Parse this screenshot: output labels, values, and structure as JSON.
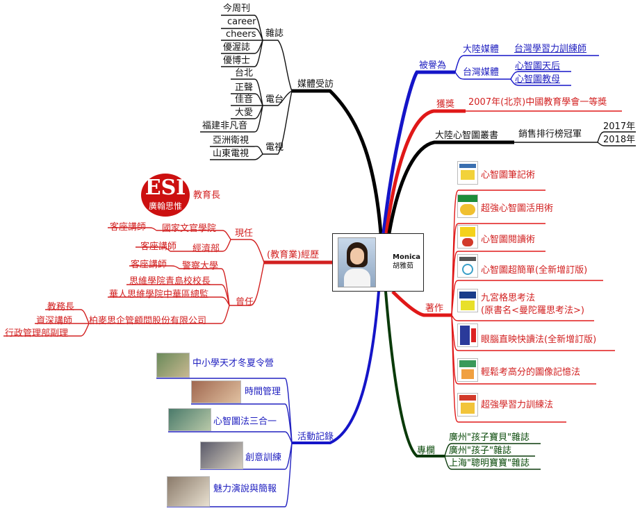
{
  "center": {
    "name_en": "Monica",
    "name_zh": "胡雅茹"
  },
  "media": {
    "label": "媒體受訪",
    "magazine": {
      "label": "雜誌",
      "items": [
        "今周刊",
        "career",
        "cheers",
        "優渥誌",
        "優博士"
      ]
    },
    "radio": {
      "label": "電台",
      "items": [
        "台北",
        "正聲",
        "佳音",
        "大愛",
        "福建非凡音"
      ]
    },
    "tv": {
      "label": "電視",
      "items": [
        "亞洲衛視",
        "山東電視"
      ]
    }
  },
  "praised": {
    "label": "被譽為",
    "mainland": {
      "label": "大陸媒體",
      "items": [
        "台灣學習力訓練師"
      ]
    },
    "taiwan": {
      "label": "台灣媒體",
      "items": [
        "心智圖天后",
        "心智圖教母"
      ]
    }
  },
  "award": {
    "label": "獲獎",
    "text": "2007年(北京)中國教育學會一等獎"
  },
  "series": {
    "label": "大陸心智圖叢書",
    "bestseller": "銷售排行榜冠軍",
    "years": [
      "2017年",
      "2018年"
    ]
  },
  "career": {
    "label": "(教育業)經歷",
    "esi_logo": {
      "big": "ESI",
      "small": "廣翰思惟"
    },
    "esi_title": "教育長",
    "current": {
      "label": "現任",
      "items": [
        {
          "org": "國家文官學院",
          "role": "客座講師"
        },
        {
          "org": "經濟部",
          "role": "客座講師"
        }
      ]
    },
    "former": {
      "label": "曾任",
      "police": {
        "org": "警察大學",
        "role": "客座講師"
      },
      "qingdao": "思維學院青島校校長",
      "central": "華人思維學院中華區總監",
      "company": {
        "org": "柏麥思企管顧問股份有限公司",
        "roles": [
          "教務長",
          "資深講師",
          "行政管理部副理"
        ]
      }
    }
  },
  "books": {
    "label": "著作",
    "items": [
      {
        "title": "心智圖筆記術",
        "cover": "book-cover-notes-icon"
      },
      {
        "title": "超強心智圖活用術",
        "cover": "book-cover-application-icon"
      },
      {
        "title": "心智圖閱讀術",
        "cover": "book-cover-reading-icon"
      },
      {
        "title": "心智圖超簡單(全新增訂版)",
        "cover": "book-cover-simple-icon"
      },
      {
        "title": "九宮格思考法",
        "subtitle": "(原書名<曼陀羅思考法>)",
        "cover": "book-cover-ninegrid-icon"
      },
      {
        "title": "眼腦直映快讀法(全新增訂版)",
        "cover": "book-cover-speedread-icon"
      },
      {
        "title": "輕鬆考高分的圖像記憶法",
        "cover": "book-cover-memory-icon"
      },
      {
        "title": "超強學習力訓練法",
        "cover": "book-cover-learning-icon"
      }
    ]
  },
  "column": {
    "label": "專欄",
    "items": [
      "廣州\"孩子寶貝\"雜誌",
      "廣州\"孩子\"雜誌",
      "上海\"聰明寶寶\"雜誌"
    ]
  },
  "activities": {
    "label": "活動記錄",
    "items": [
      "中小學天才冬夏令營",
      "時間管理",
      "心智圖法三合一",
      "創意訓練",
      "魅力演說與簡報"
    ]
  },
  "colors": {
    "media": "#111111",
    "praised": "#1515c8",
    "award": "#e01818",
    "series": "#111111",
    "career": "#d22020",
    "books": "#e01818",
    "column": "#0a3a0a",
    "activities": "#1515c8"
  }
}
